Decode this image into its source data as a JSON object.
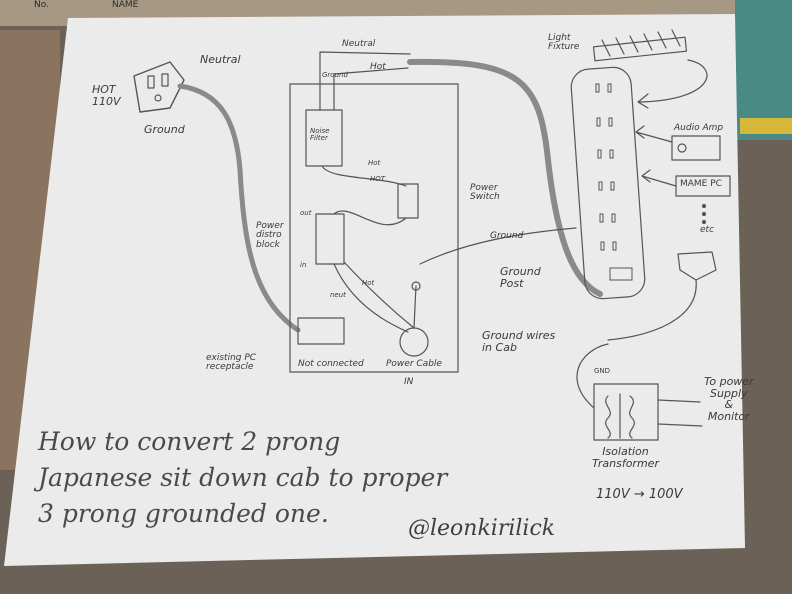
{
  "sheet_header": {
    "no": "No.",
    "name": "NAME"
  },
  "plug": {
    "hot": "HOT\n110V",
    "neutral": "Neutral",
    "ground": "Ground"
  },
  "wires": {
    "neutral": "Neutral",
    "hot": "Hot",
    "ground": "Ground"
  },
  "cab_parts": {
    "noise_filter": "Noise Filter",
    "hot_in": "Hot",
    "hot_out": "HOT",
    "power_switch": "Power Switch",
    "power_distro_block": "Power distro block",
    "out_label": "out",
    "in_label": "in",
    "neut_label": "neut",
    "hot_label": "Hot",
    "not_connected": "Not connected",
    "power_cable": "Power Cable",
    "in_caption": "IN",
    "existing_pc_receptacle": "existing PC receptacle",
    "ground_post": "Ground Post",
    "ground_wires": "Ground wires in Cab",
    "ground_wire_label": "Ground"
  },
  "right_side": {
    "light_fixture": "Light Fixture",
    "audio_amp": "Audio Amp",
    "main_pc": "MAME PC",
    "etc": "etc",
    "gnd": "GND",
    "to_power": "To power\nSupply\n&\nMonitor",
    "isolation_transformer": "Isolation\nTransformer",
    "voltage": "110V → 100V"
  },
  "title_lines": [
    "How to convert 2 prong",
    "Japanese sit down cab to proper",
    "3 prong grounded one."
  ],
  "signature": "@leonkirilick",
  "colors": {
    "paper": "#ebebec",
    "pencil": "#505050",
    "table": "#6b6156"
  }
}
